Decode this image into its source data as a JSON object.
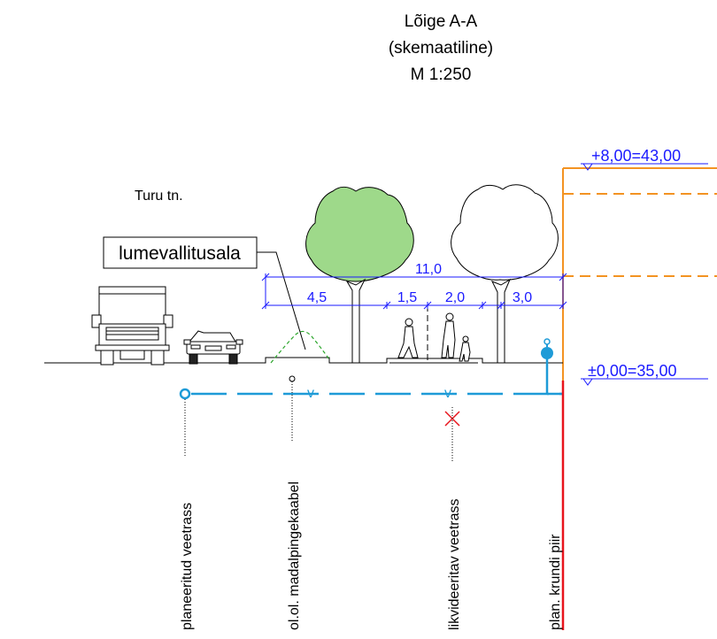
{
  "title": {
    "line1": "Lõige A-A",
    "line2": "(skemaatiline)",
    "line3": "M 1:250"
  },
  "street_name": "Turu tn.",
  "snow_area_label": "lumevallitusala",
  "levels": {
    "top": "+8,00=43,00",
    "ground": "±0,00=35,00"
  },
  "dimensions": {
    "total": "11,0",
    "seg1": "4,5",
    "seg2": "1,5",
    "seg3": "2,0",
    "seg4": "3,0"
  },
  "pipe_marker": "v",
  "vertical_labels": {
    "planned_water": "planeeritud veetrass",
    "cable": "ol.ol. madalpingekaabel",
    "removed_water": "likvideeritav veetrass",
    "boundary": "plan. krundi piir"
  },
  "colors": {
    "dimension": "#1a1aff",
    "water": "#1e9bd7",
    "boundary": "#e8141c",
    "building": "#f39322",
    "tree_fill": "#9ed98a",
    "snow_mound": "#2aa52a",
    "ink": "#000000"
  }
}
